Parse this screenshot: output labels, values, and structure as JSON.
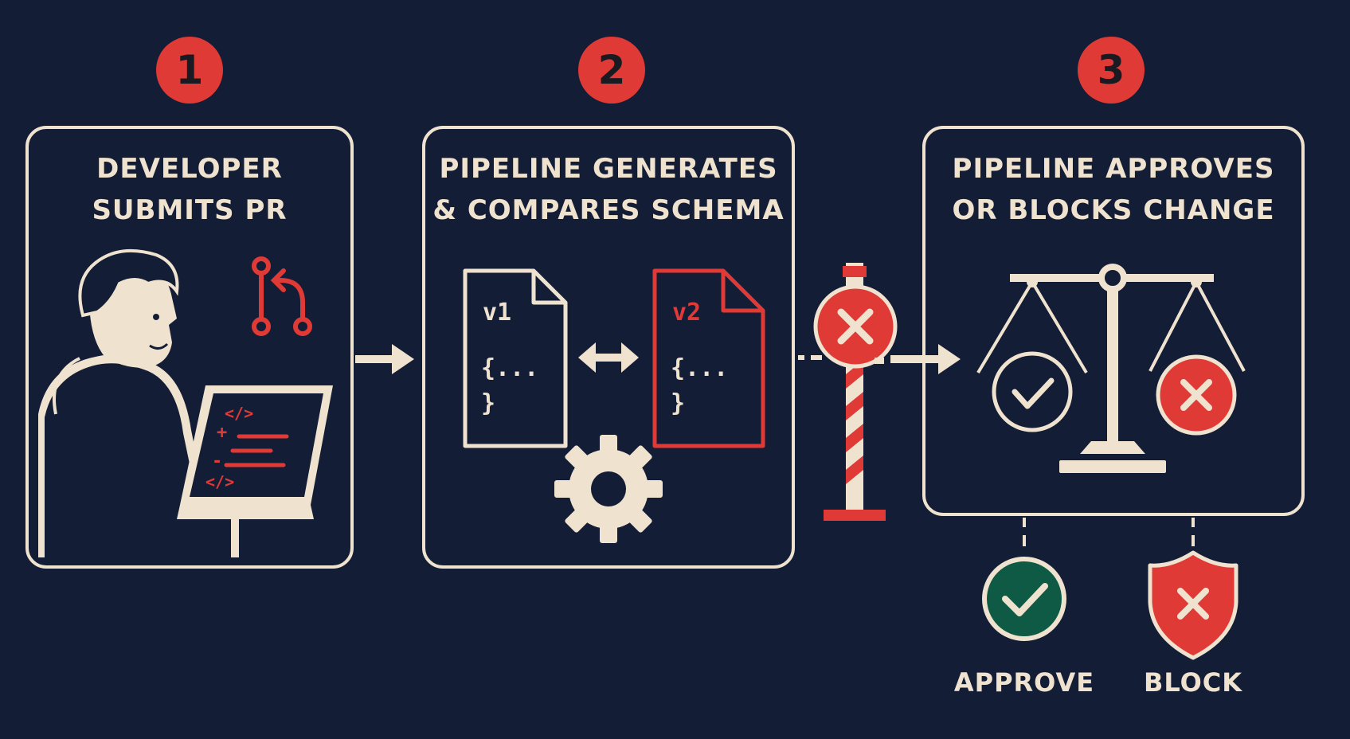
{
  "steps": [
    {
      "number": "1",
      "title_lines": [
        "DEVELOPER",
        "SUBMITS PR"
      ]
    },
    {
      "number": "2",
      "title_lines": [
        "PIPELINE GENERATES",
        "& COMPARES SCHEMA"
      ]
    },
    {
      "number": "3",
      "title_lines": [
        "PIPELINE APPROVES",
        "OR BLOCKS CHANGE"
      ]
    }
  ],
  "schema_files": {
    "old_version": "v1",
    "new_version": "v2",
    "body_open": "{...",
    "body_close": "}"
  },
  "code_snippet": {
    "tag_top": "</>",
    "tag_bottom": "</>",
    "plus": "+",
    "minus": "-"
  },
  "outcomes": {
    "approve_label": "APPROVE",
    "block_label": "BLOCK"
  },
  "colors": {
    "background": "#141d36",
    "line": "#efe3cf",
    "accent_red": "#e03a36",
    "approve_green": "#0f5a44"
  },
  "icons": [
    "git-merge-icon",
    "laptop-icon",
    "gear-icon",
    "barrier-icon",
    "scale-icon",
    "check-icon",
    "x-icon",
    "shield-icon"
  ]
}
